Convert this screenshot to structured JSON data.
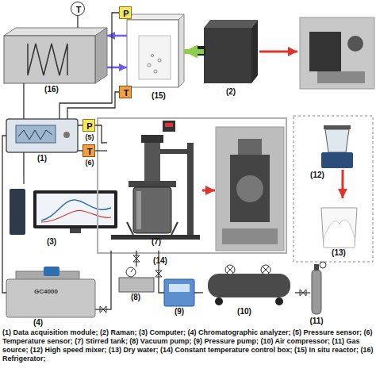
{
  "diagram": {
    "caption": "(1) Data acquisition module; (2) Raman; (3) Computer; (4) Chromatographic analyzer; (5) Pressure sensor; (6) Temperature sensor; (7) Stirred tank; (8) Vacuum pump; (9) Pressure pump; (10) Air compressor; (11) Gas source; (12) High speed mixer; (13) Dry water; (14) Constant temperature control box; (15) In situ reactor; (16) Refrigerator;",
    "nodes": [
      {
        "text": [
          "T"
        ]
      },
      {
        "text": [
          "(16)"
        ]
      },
      {
        "text": [
          "P"
        ]
      },
      {
        "text": [
          "T"
        ]
      },
      {
        "text": [
          "(15)"
        ]
      },
      {
        "text": [
          "(2)"
        ]
      },
      {
        "text": [
          "(1)"
        ]
      },
      {
        "text": [
          "P",
          "(5)"
        ]
      },
      {
        "text": [
          "T",
          "(6)"
        ]
      },
      {
        "text": [
          "(14)"
        ]
      },
      {
        "text": [
          "(7)"
        ],
        "in": 9
      },
      {
        "text": [
          "(3)"
        ]
      },
      {
        "text": [
          "GC4000",
          "(4)"
        ]
      },
      {
        "text": [
          "(8)"
        ]
      },
      {
        "text": [
          "(9)"
        ]
      },
      {
        "text": [
          "(10)"
        ]
      },
      {
        "text": [
          "(11)"
        ]
      },
      {
        "text": [
          "(12)"
        ]
      },
      {
        "text": [
          "(13)"
        ]
      }
    ],
    "edges": [
      {
        "from": 0,
        "to": 1,
        "arrow": "none"
      },
      {
        "from": 1,
        "to": 6,
        "arrow": "none"
      },
      {
        "from": 4,
        "to": 1,
        "arrow": "to"
      },
      {
        "from": 1,
        "to": 4,
        "arrow": "to"
      },
      {
        "from": 5,
        "to": 4,
        "arrow": "to"
      },
      {
        "from": 2,
        "to": 6,
        "arrow": "none"
      },
      {
        "from": 3,
        "to": 6,
        "arrow": "none"
      },
      {
        "from": 7,
        "to": 6,
        "arrow": "none"
      },
      {
        "from": 8,
        "to": 6,
        "arrow": "none"
      },
      {
        "from": 7,
        "to": 10,
        "arrow": "none"
      },
      {
        "from": 8,
        "to": 10,
        "arrow": "none"
      },
      {
        "from": 6,
        "to": 11,
        "arrow": "none"
      },
      {
        "from": 6,
        "to": 12,
        "arrow": "none"
      },
      {
        "from": 12,
        "to": 10,
        "arrow": "none"
      },
      {
        "from": 13,
        "to": 10,
        "arrow": "none"
      },
      {
        "from": 16,
        "to": 15,
        "arrow": "none"
      },
      {
        "from": 15,
        "to": 14,
        "arrow": "none"
      },
      {
        "from": 14,
        "to": 10,
        "arrow": "none"
      },
      {
        "from": 17,
        "to": 18,
        "arrow": "to"
      }
    ]
  }
}
